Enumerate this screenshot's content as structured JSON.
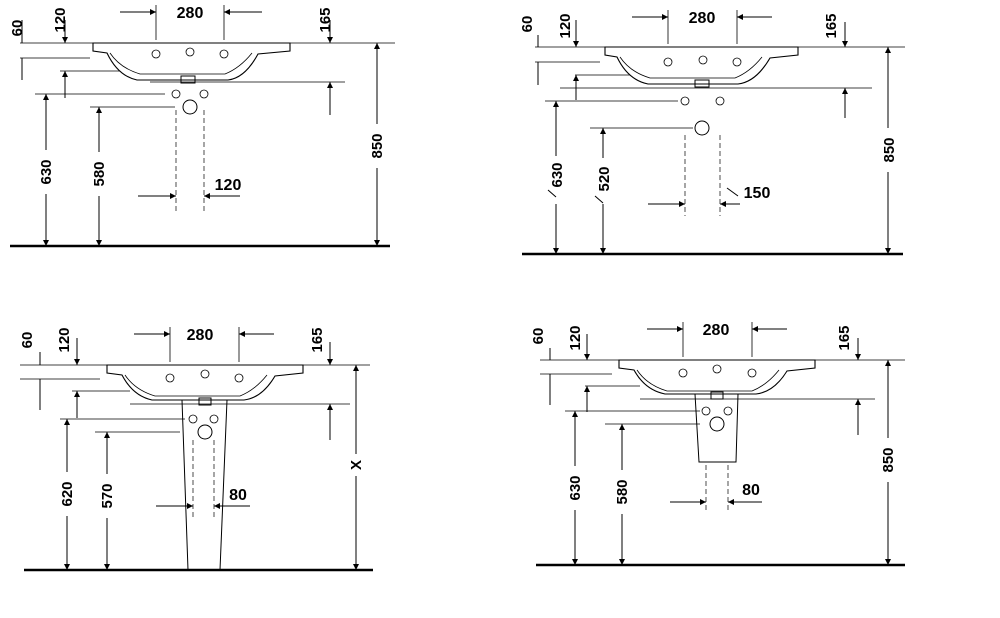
{
  "views": [
    {
      "id": "wall-hung",
      "top_dims": {
        "d60": "60",
        "d120": "120",
        "d280": "280",
        "d165": "165"
      },
      "heights": {
        "h630": "630",
        "h580": "580",
        "h850": "850"
      },
      "spacing": "120"
    },
    {
      "id": "wall-hung-trap",
      "top_dims": {
        "d60": "60",
        "d120": "120",
        "d280": "280",
        "d165": "165"
      },
      "heights": {
        "h630": "630",
        "h520": "520",
        "h850": "850"
      },
      "spacing": "150"
    },
    {
      "id": "pedestal",
      "top_dims": {
        "d60": "60",
        "d120": "120",
        "d280": "280",
        "d165": "165"
      },
      "heights": {
        "h620": "620",
        "h570": "570",
        "hx": "X"
      },
      "spacing": "80"
    },
    {
      "id": "semi-pedestal",
      "top_dims": {
        "d60": "60",
        "d120": "120",
        "d280": "280",
        "d165": "165"
      },
      "heights": {
        "h630": "630",
        "h580": "580",
        "h850": "850"
      },
      "spacing": "80"
    }
  ]
}
